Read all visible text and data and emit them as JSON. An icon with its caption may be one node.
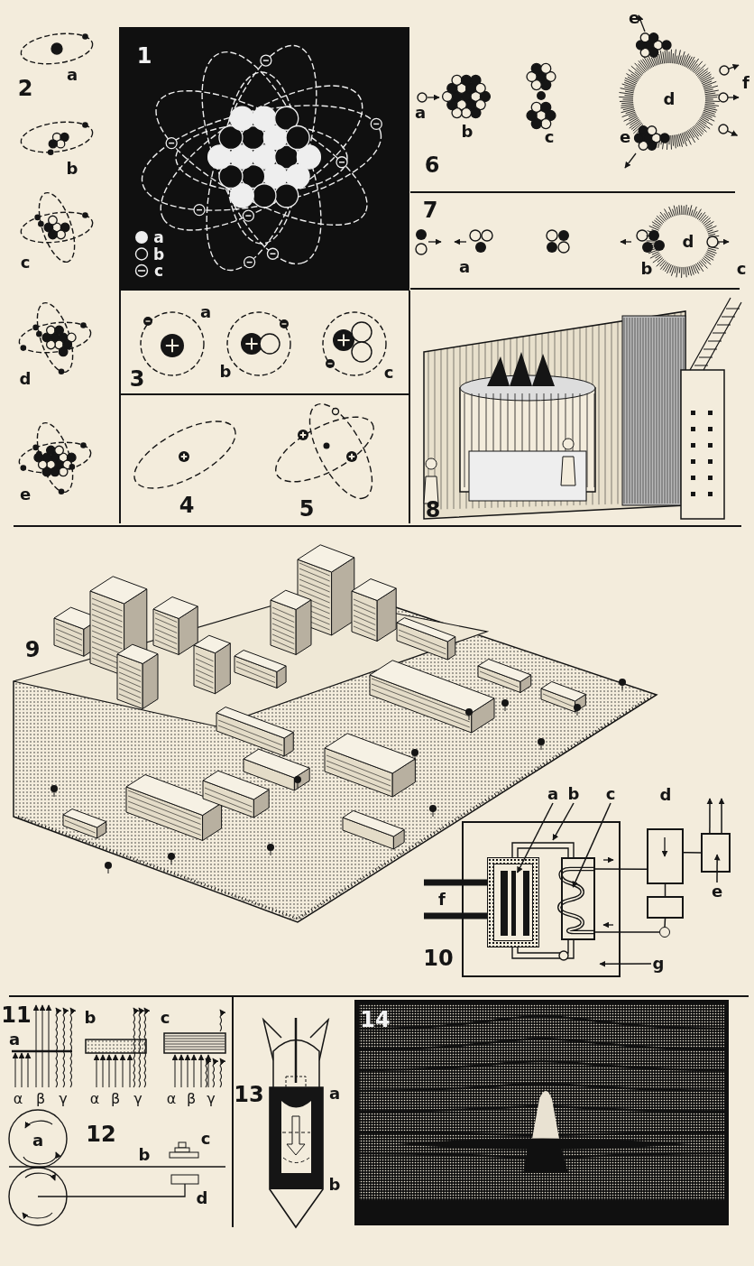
{
  "diagram": {
    "nodes": [
      {
        "text": [
          "a"
        ]
      },
      {
        "text": [
          "b"
        ]
      },
      {
        "text": [
          "c"
        ]
      },
      {
        "text": [],
        "shape": "box"
      },
      {
        "text": [],
        "shape": "box",
        "in": 3
      },
      {
        "text": [],
        "shape": "pipe",
        "in": 3
      },
      {
        "text": [],
        "shape": "box",
        "in": 3
      },
      {
        "text": [],
        "shape": "box"
      },
      {
        "text": [],
        "shape": "box"
      },
      {
        "text": [],
        "shape": "circle"
      },
      {
        "text": [],
        "shape": "box"
      },
      {
        "text": [
          "e"
        ]
      },
      {
        "text": [
          "g"
        ]
      }
    ],
    "edges": [
      {
        "from": 0,
        "to": 4,
        "arrow": "to"
      },
      {
        "from": 1,
        "to": 5,
        "arrow": "to"
      },
      {
        "from": 2,
        "to": 6,
        "arrow": "to"
      },
      {
        "from": 6,
        "to": 7,
        "arrow": "none"
      },
      {
        "from": 7,
        "to": 8,
        "arrow": "none"
      },
      {
        "from": 8,
        "to": 9,
        "arrow": "none"
      },
      {
        "from": 9,
        "to": 6,
        "arrow": "none"
      },
      {
        "from": 7,
        "to": 10,
        "arrow": "none"
      },
      {
        "from": 11,
        "to": 10,
        "arrow": "to"
      },
      {
        "from": 10,
        "to": null,
        "arrow": "to"
      },
      {
        "from": 10,
        "to": null,
        "arrow": "to"
      },
      {
        "from": 12,
        "to": 3,
        "arrow": "to"
      }
    ],
    "labels": [
      "2",
      "a",
      "b",
      "c",
      "d",
      "e",
      "1",
      "6",
      "a",
      "b",
      "c",
      "e",
      "d",
      "f",
      "e",
      "7",
      "a",
      "b",
      "d",
      "c",
      "3",
      "a",
      "b",
      "c",
      "4",
      "5",
      "8",
      "9",
      "d",
      "f",
      "10",
      "11",
      "b",
      "c",
      "a",
      "α",
      "β",
      "γ",
      "α",
      "β",
      "γ",
      "α",
      "β",
      "γ",
      "a",
      "12",
      "c",
      "b",
      "d",
      "13",
      "a",
      "b",
      "14"
    ],
    "legend": [
      {
        "text": "a"
      },
      {
        "text": "b"
      },
      {
        "text": "c"
      }
    ]
  }
}
